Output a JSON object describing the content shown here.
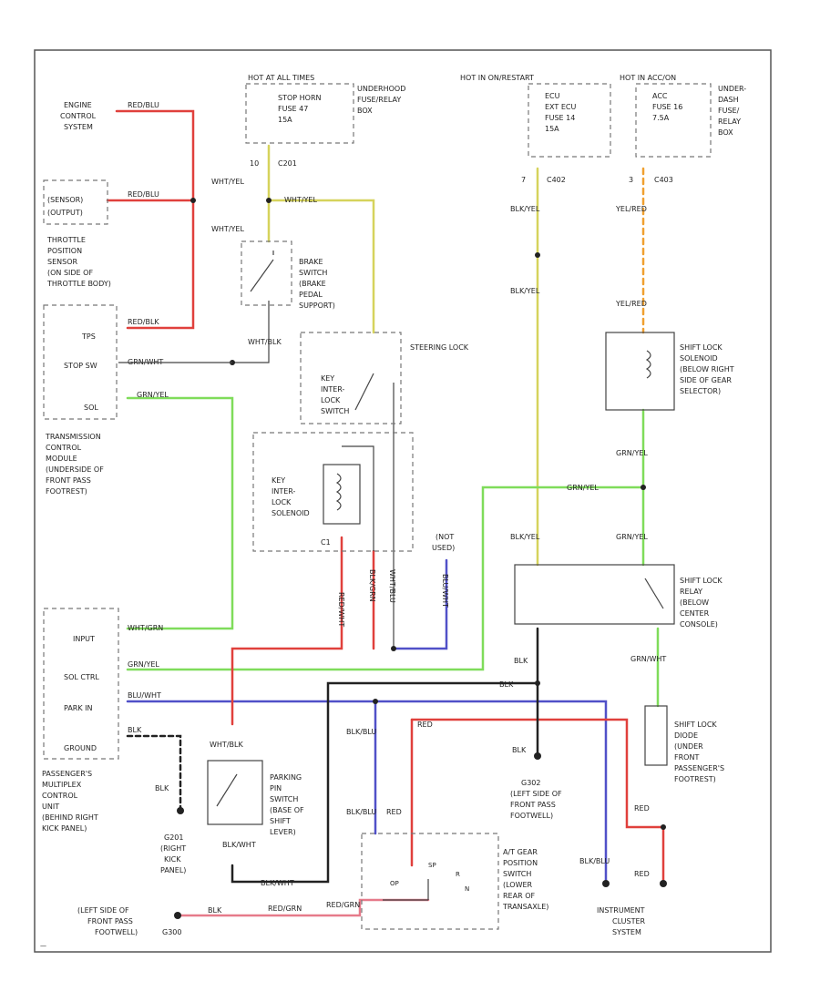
{
  "labels": {
    "engine_control": [
      "ENGINE",
      "CONTROL",
      "SYSTEM"
    ],
    "sensor_top": "(SENSOR)",
    "sensor_sub": "(OUTPUT)",
    "tps_block": [
      "THROTTLE",
      "POSITION",
      "SENSOR",
      "(ON SIDE OF",
      "THROTTLE BODY)"
    ],
    "tcm_pins": [
      "TPS",
      "STOP SW",
      "SOL"
    ],
    "tcm_name": [
      "TRANSMISSION",
      "CONTROL",
      "MODULE",
      "(UNDERSIDE OF",
      "FRONT PASS",
      "FOOTREST)"
    ],
    "fuse_left_top": "HOT AT ALL TIMES",
    "fuse_left_box": [
      "STOP HORN",
      "FUSE 47",
      "15A"
    ],
    "fuse_left_name": [
      "UNDERHOOD",
      "FUSE/RELAY",
      "BOX"
    ],
    "fuse_left_conn": [
      "10",
      "C201"
    ],
    "fuse_mid_top": "HOT IN ON/RESTART",
    "fuse_mid_box": [
      "ECU",
      "EXT ECU",
      "FUSE 14",
      "15A"
    ],
    "fuse_right_top": "HOT IN ACC/ON",
    "fuse_right_box": [
      "ACC",
      "FUSE 16",
      "7.5A"
    ],
    "fuse_right_name": [
      "UNDER-",
      "DASH",
      "FUSE/",
      "RELAY",
      "BOX"
    ],
    "conn_mid": [
      "7",
      "C402"
    ],
    "conn_right": [
      "3",
      "C403"
    ],
    "brake_switch": [
      "BRAKE",
      "SWITCH",
      "(BRAKE",
      "PEDAL",
      "SUPPORT)"
    ],
    "steering_lock": "STEERING LOCK",
    "key_interlock_switch": [
      "KEY",
      "INTER-",
      "LOCK",
      "SWITCH"
    ],
    "key_interlock_solenoid": [
      "KEY",
      "INTER-",
      "LOCK",
      "SOLENOID"
    ],
    "c_id": "C1",
    "shift_lock_solenoid": [
      "SHIFT LOCK",
      "SOLENOID",
      "(BELOW RIGHT",
      "SIDE OF GEAR",
      "SELECTOR)"
    ],
    "shift_lock_relay": [
      "SHIFT LOCK",
      "RELAY",
      "(BELOW",
      "CENTER",
      "CONSOLE)"
    ],
    "shift_lock_diode": [
      "SHIFT LOCK",
      "DIODE",
      "(UNDER",
      "FRONT",
      "PASSENGER'S",
      "FOOTREST)"
    ],
    "not_used": [
      "(NOT",
      "USED)"
    ],
    "multiplex_pins": [
      "INPUT",
      "SOL CTRL",
      "PARK IN",
      "GROUND"
    ],
    "multiplex_name": [
      "PASSENGER'S",
      "MULTIPLEX",
      "CONTROL",
      "UNIT",
      "(BEHIND RIGHT",
      "KICK PANEL)"
    ],
    "park_pin_switch": [
      "PARKING",
      "PIN",
      "SWITCH",
      "(BASE OF",
      "SHIFT",
      "LEVER)"
    ],
    "g201": [
      "G201",
      "(RIGHT",
      "KICK",
      "PANEL)"
    ],
    "g302": [
      "G302",
      "(LEFT SIDE OF",
      "FRONT PASS",
      "FOOTWELL)"
    ],
    "gear_switch": [
      "A/T GEAR",
      "POSITION",
      "SWITCH",
      "(LOWER",
      "REAR OF",
      "TRANSAXLE)"
    ],
    "gear_pos": [
      "OP",
      "SP",
      "R",
      "N"
    ],
    "instrument": [
      "INSTRUMENT",
      "CLUSTER",
      "SYSTEM"
    ],
    "g300": [
      "(LEFT SIDE OF",
      "FRONT PASS",
      "FOOTWELL)",
      "G300"
    ],
    "footer": "—"
  },
  "wires": {
    "red_blu": "RED/BLU",
    "wht_yel": "WHT/YEL",
    "blk_yel": "BLK/YEL",
    "yel_red": "YEL/RED",
    "red_blk": "RED/BLK",
    "grn_wht": "GRN/WHT",
    "grn_yel": "GRN/YEL",
    "wht_blk": "WHT/BLK",
    "blk_grn": "BLK/GRN",
    "red_wht": "RED/WHT",
    "blu_wht": "BLU/WHT",
    "blk": "BLK",
    "blk_blu": "BLK/BLU",
    "red": "RED",
    "blk_wht": "BLK/WHT",
    "grn_wht2": "GRN/WHT",
    "wht_blu": "WHT/BLU",
    "red_grn": "RED/GRN",
    "grn_yel2": "GRN/YEL",
    "wht_grn": "WHT/GRN"
  },
  "colors": {
    "red": "#e0403c",
    "yellow": "#d6d35c",
    "orange": "#f0a030",
    "green": "#7fdc5a",
    "blue": "#5050c8",
    "black": "#222222",
    "pink": "#e67a8a"
  }
}
